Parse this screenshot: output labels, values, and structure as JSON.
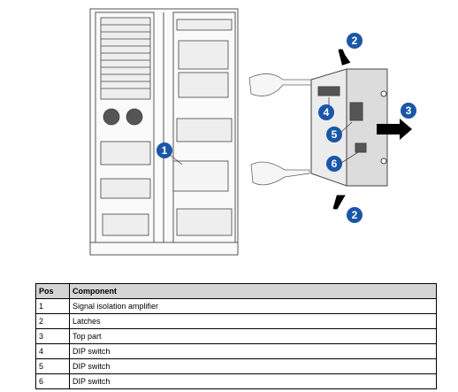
{
  "figure": {
    "markers": [
      {
        "number": "1",
        "label_for": "Signal isolation amplifier"
      },
      {
        "number": "2",
        "label_for": "Latches (top)"
      },
      {
        "number": "2",
        "label_for": "Latches (bottom)"
      },
      {
        "number": "3",
        "label_for": "Top part"
      },
      {
        "number": "4",
        "label_for": "DIP switch"
      },
      {
        "number": "5",
        "label_for": "DIP switch"
      },
      {
        "number": "6",
        "label_for": "DIP switch"
      }
    ],
    "marker_color": "#1a56a8"
  },
  "table": {
    "header": {
      "pos": "Pos",
      "component": "Component"
    },
    "rows": [
      {
        "pos": "1",
        "component": "Signal isolation amplifier"
      },
      {
        "pos": "2",
        "component": "Latches"
      },
      {
        "pos": "3",
        "component": "Top part"
      },
      {
        "pos": "4",
        "component": "DIP switch"
      },
      {
        "pos": "5",
        "component": "DIP switch"
      },
      {
        "pos": "6",
        "component": "DIP switch"
      }
    ]
  }
}
